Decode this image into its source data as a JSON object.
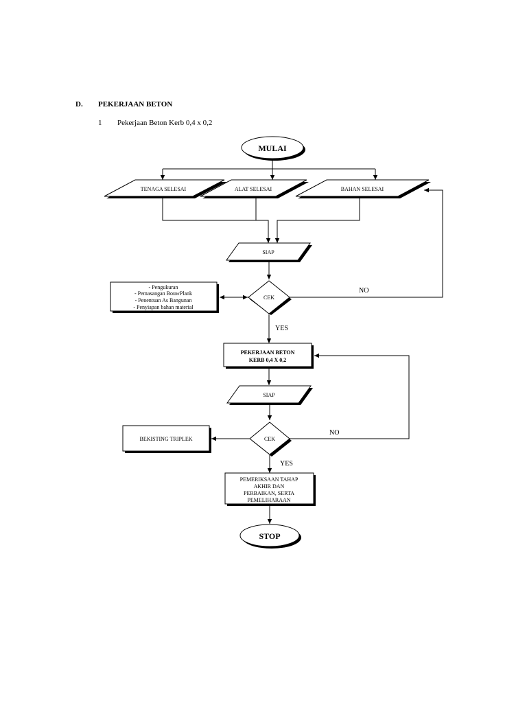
{
  "section": {
    "letter": "D.",
    "title": "PEKERJAAN BETON"
  },
  "subsection": {
    "number": "1",
    "title": "Pekerjaan Beton Kerb 0,4 x 0,2"
  },
  "flow": {
    "start": "MULAI",
    "inputs": [
      "TENAGA SELESAI",
      "ALAT SELESAI",
      "BAHAN SELESAI"
    ],
    "ready1": "SIAP",
    "check1": "CEK",
    "prep_list": [
      "- Pengukuran",
      "- Pemasangan BouwPlank",
      "- Penentuan As Bangunan",
      "- Penyiapan bahan material"
    ],
    "no1": "NO",
    "yes1": "YES",
    "work": [
      "PEKERJAAN BETON",
      "KERB 0,4 X 0,2"
    ],
    "ready2": "SIAP",
    "check2": "CEK",
    "formwork": "BEKISTING TRIPLEK",
    "no2": "NO",
    "yes2": "YES",
    "final": [
      "PEMERIKSAAN TAHAP",
      "AKHIR DAN",
      "PERBAIKAN, SERTA",
      "PEMELIHARAAN"
    ],
    "stop": "STOP"
  }
}
